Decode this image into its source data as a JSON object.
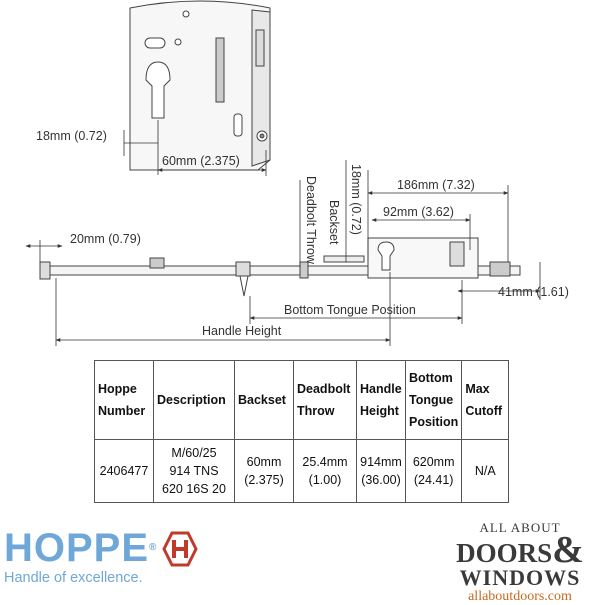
{
  "diagram": {
    "dim_18mm_top": "18mm (0.72)",
    "dim_60mm": "60mm (2.375)",
    "dim_20mm": "20mm (0.79)",
    "dim_186mm": "186mm (7.32)",
    "dim_92mm": "92mm (3.62)",
    "dim_18mm_vertical": "18mm (0.72)",
    "dim_41mm": "41mm (1.61)",
    "label_deadbolt_throw": "Deadbolt Throw",
    "label_backset": "Backset",
    "label_bottom_tongue": "Bottom Tongue Position",
    "label_handle_height": "Handle Height"
  },
  "table": {
    "headers": {
      "number": "Hoppe\nNumber",
      "description": "Description",
      "backset": "Backset",
      "deadbolt": "Deadbolt\nThrow",
      "handle": "Handle\nHeight",
      "tongue": "Bottom\nTongue\nPosition",
      "cutoff": "Max\nCutoff"
    },
    "row": {
      "number": "2406477",
      "description": "M/60/25\n914 TNS\n620 16S 20",
      "backset": "60mm\n(2.375)",
      "deadbolt": "25.4mm\n(1.00)",
      "handle": "914mm\n(36.00)",
      "tongue": "620mm\n(24.41)",
      "cutoff": "N/A"
    }
  },
  "logos": {
    "hoppe_word": "HOPPE",
    "hoppe_reg": "®",
    "hoppe_tagline": "Handle of excellence.",
    "hoppe_color": "#6fa7d8",
    "aad_top": "ALL ABOUT",
    "aad_doors": "DOORS",
    "aad_amp": "&",
    "aad_windows": "WINDOWS",
    "aad_url": "allaboutdoors.com",
    "aad_url_color": "#c7691e"
  }
}
